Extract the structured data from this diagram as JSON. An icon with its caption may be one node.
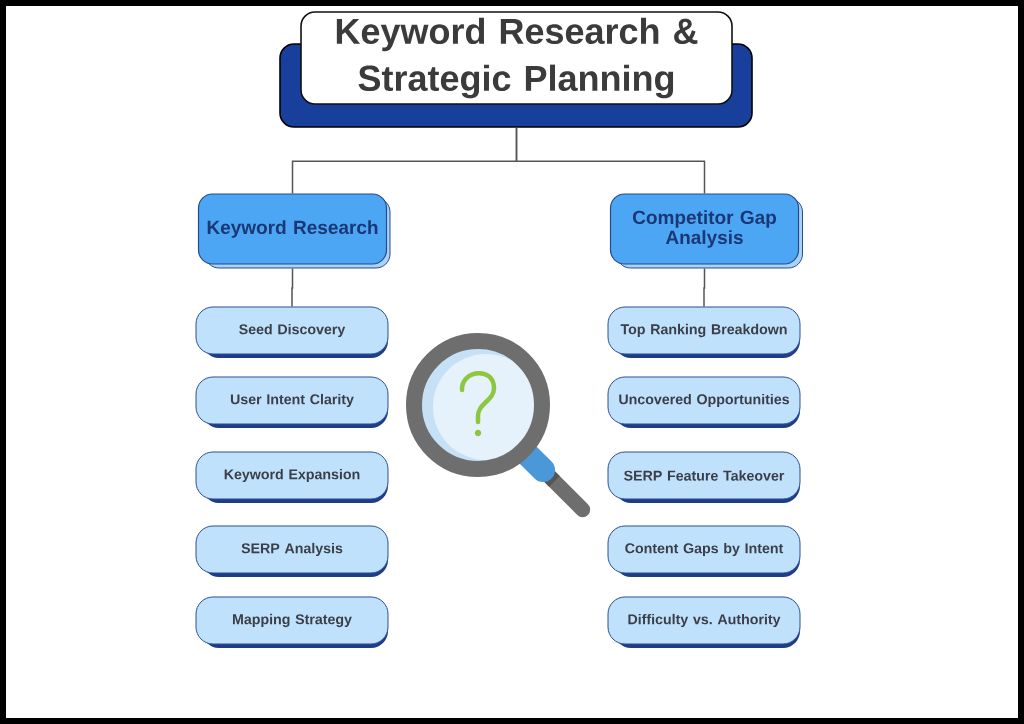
{
  "diagram": {
    "nodes": [
      {
        "text": [
          "Keyword Research & Strategic Planning"
        ]
      },
      {
        "text": [
          "Keyword Research"
        ]
      },
      {
        "text": [
          "Competitor Gap Analysis"
        ]
      },
      {
        "text": [
          "Seed Discovery"
        ]
      },
      {
        "text": [
          "User Intent Clarity"
        ]
      },
      {
        "text": [
          "Keyword Expansion"
        ]
      },
      {
        "text": [
          "SERP Analysis"
        ]
      },
      {
        "text": [
          "Mapping Strategy"
        ]
      },
      {
        "text": [
          "Top Ranking Breakdown"
        ]
      },
      {
        "text": [
          "Uncovered Opportunities"
        ]
      },
      {
        "text": [
          "SERP Feature Takeover"
        ]
      },
      {
        "text": [
          "Content Gaps by Intent"
        ]
      },
      {
        "text": [
          "Difficulty vs. Authority"
        ]
      }
    ],
    "edges": [
      {
        "from": 0,
        "to": 1,
        "arrow": "none"
      },
      {
        "from": 0,
        "to": 2,
        "arrow": "none"
      },
      {
        "from": 1,
        "to": 3,
        "arrow": "none"
      },
      {
        "from": 2,
        "to": 8,
        "arrow": "none"
      }
    ]
  }
}
